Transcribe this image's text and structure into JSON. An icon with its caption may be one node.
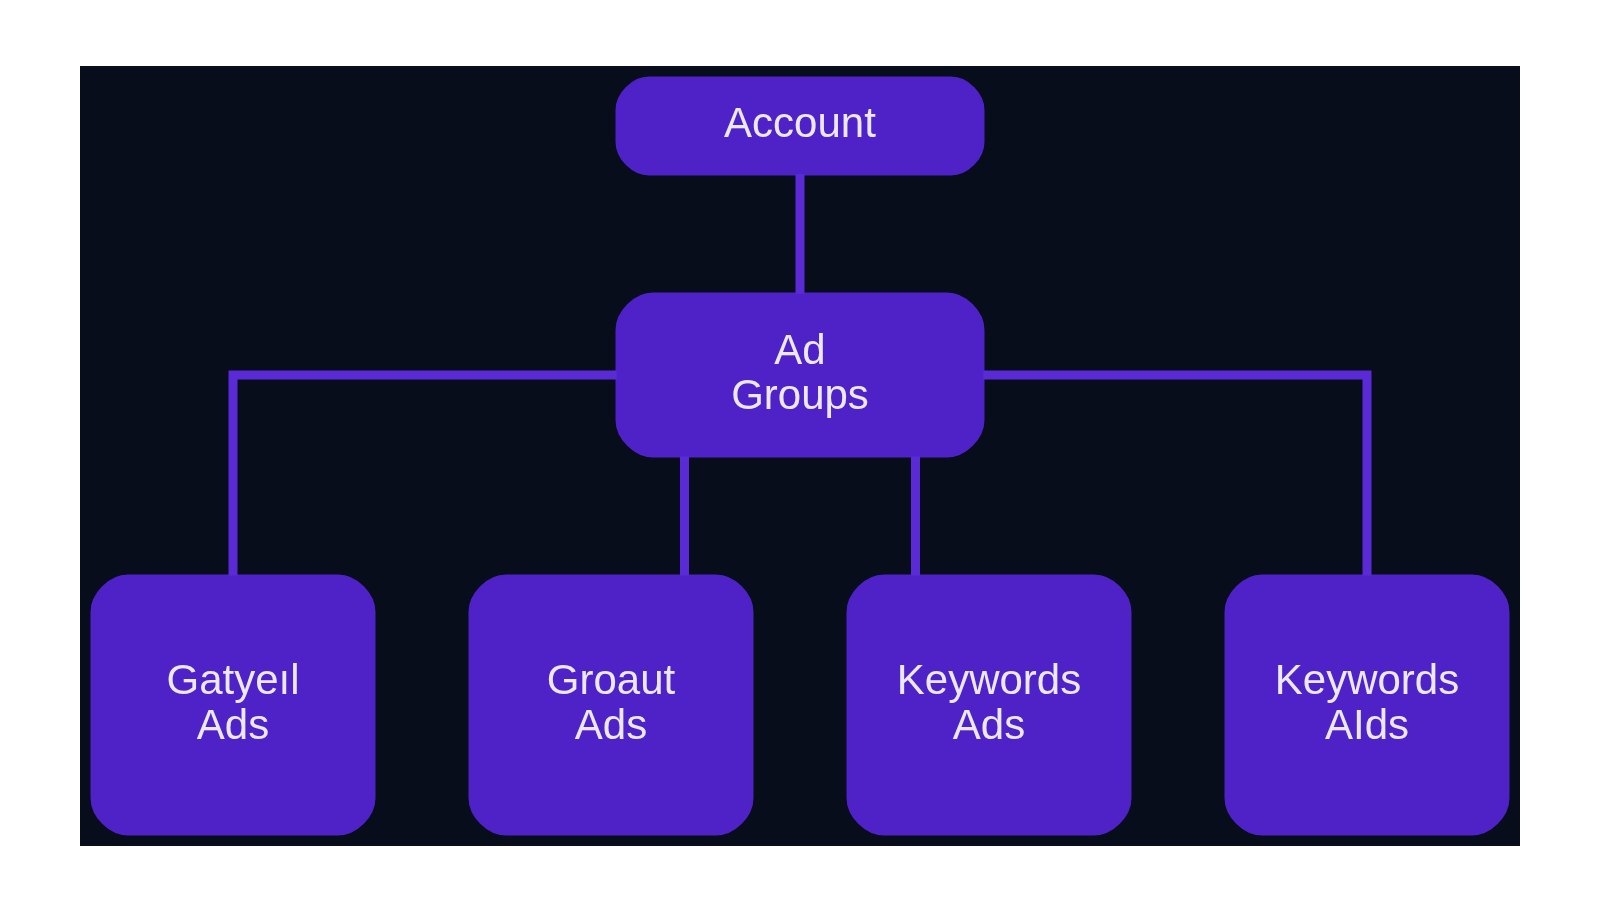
{
  "diagram": {
    "nodes": [
      {
        "text": [
          "Account"
        ]
      },
      {
        "text": [
          "Ad Groups"
        ]
      },
      {
        "text": [
          "Gatyeıl Ads"
        ]
      },
      {
        "text": [
          "Groaut Ads"
        ]
      },
      {
        "text": [
          "Keywords Ads"
        ]
      },
      {
        "text": [
          "Keywords AIds"
        ]
      }
    ],
    "edges": [
      {
        "from": 0,
        "to": 1,
        "arrow": "none"
      },
      {
        "from": 1,
        "to": 2,
        "arrow": "none"
      },
      {
        "from": 1,
        "to": 3,
        "arrow": "none"
      },
      {
        "from": 1,
        "to": 4,
        "arrow": "none"
      },
      {
        "from": 1,
        "to": 5,
        "arrow": "none"
      }
    ]
  }
}
